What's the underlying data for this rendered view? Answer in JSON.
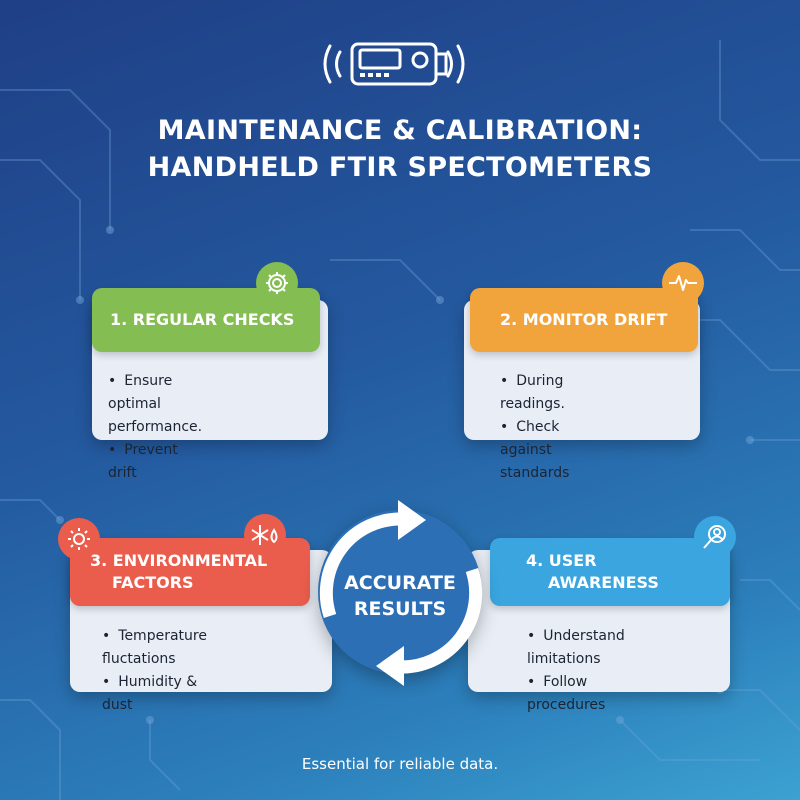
{
  "title": {
    "line1": "MAINTENANCE & CALIBRATION:",
    "line2": "HANDHELD FTIR SPECTOMETERS"
  },
  "header_icon": "spectrometer-device-icon",
  "cards": [
    {
      "heading": "1. REGULAR CHECKS",
      "color": "#84bd52",
      "icon": "gear-icon",
      "bullets": [
        "Ensure optimal performance.",
        "Prevent drift"
      ]
    },
    {
      "heading": "2. MONITOR DRIFT",
      "color": "#f2a43c",
      "icon": "pulse-wave-icon",
      "bullets": [
        "During readings.",
        "Check against standards"
      ]
    },
    {
      "heading_line1": "3. ENVIRONMENTAL",
      "heading_line2": "FACTORS",
      "color": "#ea5d4c",
      "icons": [
        "sun-icon",
        "snowflake-droplet-icon"
      ],
      "bullets": [
        "Temperature fluctations",
        "Humidity & dust"
      ]
    },
    {
      "heading_line1": "4. USER",
      "heading_line2": "AWARENESS",
      "color": "#3aa5de",
      "icon": "magnifier-user-icon",
      "bullets": [
        "Understand limitations",
        "Follow procedures"
      ]
    }
  ],
  "center": {
    "line1": "ACCURATE",
    "line2": "RESULTS",
    "icon": "cycle-arrows-icon"
  },
  "footer": "Essential for reliable data."
}
